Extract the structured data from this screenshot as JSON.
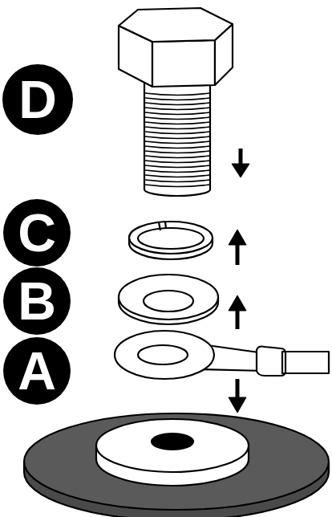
{
  "diagram": {
    "nodes": [
      {
        "text": [
          "D"
        ]
      },
      {
        "text": [
          "C"
        ]
      },
      {
        "text": [
          "B"
        ]
      },
      {
        "text": [
          "A"
        ]
      }
    ]
  }
}
